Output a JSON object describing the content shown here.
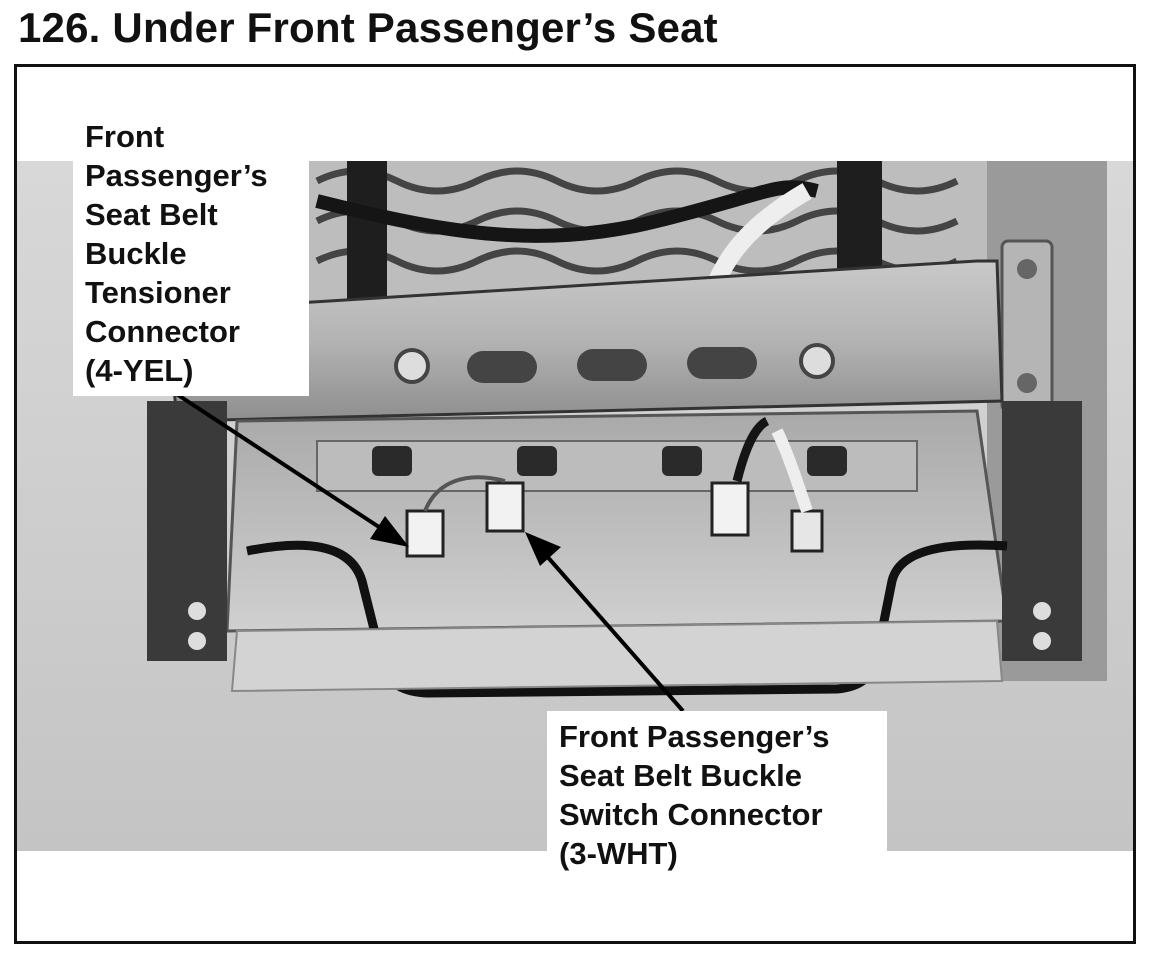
{
  "page": {
    "title": "126. Under Front Passenger’s Seat"
  },
  "callouts": {
    "tensioner_connector": {
      "lines": [
        "Front",
        "Passenger’s",
        "Seat Belt",
        "Buckle",
        "Tensioner",
        "Connector",
        "(4-YEL)"
      ]
    },
    "buckle_switch_connector": {
      "lines": [
        "Front Passenger’s",
        "Seat Belt Buckle",
        "Switch Connector",
        "(3-WHT)"
      ]
    }
  },
  "colors": {
    "frame": "#111111",
    "arrow": "#000000",
    "photo_background": "#cfcfcf"
  }
}
